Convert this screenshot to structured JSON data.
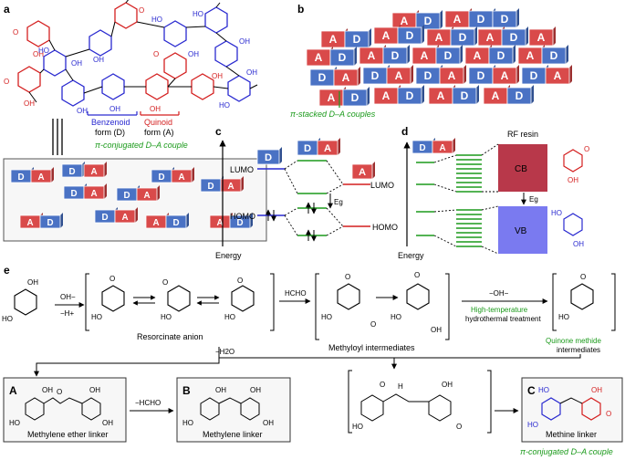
{
  "panels": [
    "a",
    "b",
    "c",
    "d",
    "e"
  ],
  "colors": {
    "donor": "#4a72c4",
    "acceptor": "#d94a4a",
    "green": "#1b9a1b",
    "cb": "#b8384a",
    "vb": "#7a7af0",
    "blue_text": "#2a2ad0",
    "red_text": "#d41f1f"
  },
  "tiles": {
    "donor": "D",
    "acceptor": "A"
  },
  "panel_a": {
    "bracket_benzenoid_1": "Benzenoid",
    "bracket_benzenoid_2": "form (D)",
    "bracket_quinoid_1": "Quinoid",
    "bracket_quinoid_2": "form (A)",
    "couple": "π-conjugated D–A couple",
    "groups": {
      "oh": "OH",
      "ho": "HO",
      "o": "O"
    }
  },
  "panel_b": {
    "caption": "π-stacked D–A couples"
  },
  "panel_c": {
    "lumo_left": "LUMO",
    "lumo_right": "LUMO",
    "homo_left": "HOMO",
    "homo_right": "HOMO",
    "eg": "Eg",
    "energy": "Energy"
  },
  "panel_d": {
    "rf": "RF resin",
    "cb": "CB",
    "vb": "VB",
    "eg": "Eg",
    "energy": "Energy",
    "oh": "OH",
    "o": "O",
    "ho": "HO"
  },
  "panel_e": {
    "oh_minus": "OH−",
    "minus_h": "−H+",
    "resorcinate": "Resorcinate anion",
    "hcho": "HCHO",
    "methyloyl": "Methyloyl intermediates",
    "minus_oh": "−OH−",
    "hightemp": "High-temperature",
    "hydrothermal": "hydrothermal treatment",
    "quinone_1": "Quinone methide",
    "quinone_2": "intermediates",
    "minus_h2o": "−H2O",
    "minus_hcho": "−HCHO",
    "box_a_letter": "A",
    "box_a_label": "Methylene ether linker",
    "box_b_letter": "B",
    "box_b_label": "Methylene linker",
    "box_c_letter": "C",
    "box_c_label": "Methine linker",
    "couple": "π-conjugated D–A couple",
    "oh": "OH",
    "ho": "HO",
    "o": "O",
    "h": "H"
  }
}
